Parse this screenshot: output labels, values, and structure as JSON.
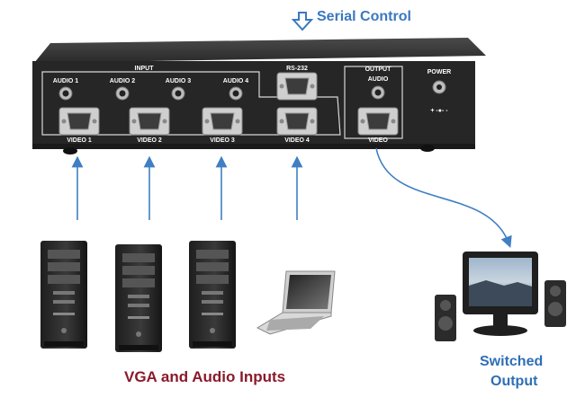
{
  "colors": {
    "serial_caption": "#3a78c0",
    "inputs_caption": "#8a1a2a",
    "output_caption": "#2e6fb6",
    "arrow": "#3f7fc4",
    "chassis": "#262626"
  },
  "captions": {
    "serial_control": "Serial Control",
    "inputs": "VGA and Audio Inputs",
    "output_line1": "Switched",
    "output_line2": "Output"
  },
  "panel": {
    "input_group": "INPUT",
    "audio_inputs": [
      "AUDIO 1",
      "AUDIO 2",
      "AUDIO 3",
      "AUDIO 4"
    ],
    "video_inputs": [
      "VIDEO 1",
      "VIDEO 2",
      "VIDEO 3",
      "VIDEO 4"
    ],
    "rs232": "RS-232",
    "output_group": "OUTPUT",
    "output_audio": "AUDIO",
    "output_video": "VIDEO",
    "power": "POWER",
    "power_polarity": "+ -●- -"
  },
  "icons": {
    "serial": "hollow-down-arrow-icon",
    "source": "tower-pc-icon",
    "laptop": "laptop-icon",
    "display": "monitor-icon",
    "speaker": "speaker-icon"
  }
}
